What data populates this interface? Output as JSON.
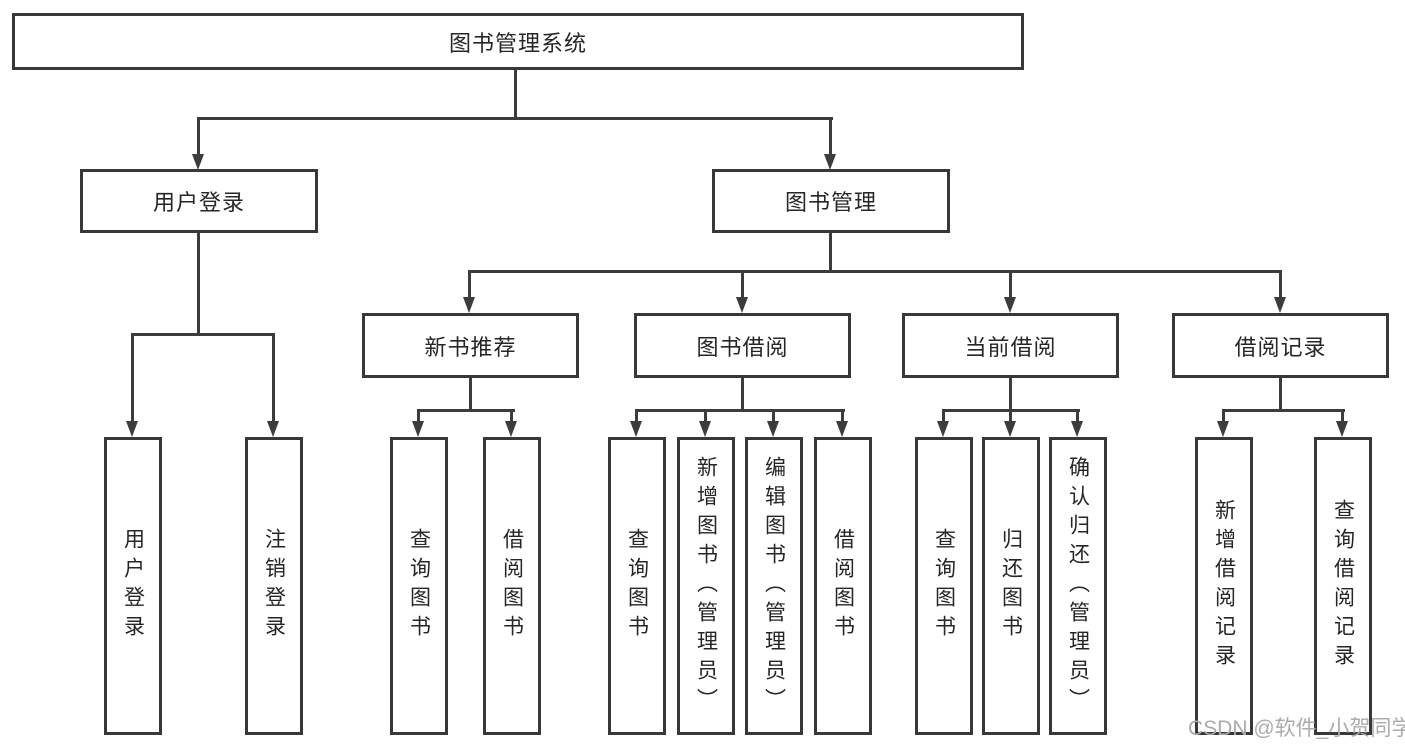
{
  "tree": {
    "root": {
      "label": "图书管理系统"
    },
    "branches": [
      {
        "label": "用户登录",
        "children": [
          {
            "label": "用户登录"
          },
          {
            "label": "注销登录"
          }
        ]
      },
      {
        "label": "图书管理",
        "sections": [
          {
            "label": "新书推荐",
            "children": [
              {
                "label": "查询图书"
              },
              {
                "label": "借阅图书"
              }
            ]
          },
          {
            "label": "图书借阅",
            "children": [
              {
                "label": "查询图书"
              },
              {
                "label": "新增图书（管理员）"
              },
              {
                "label": "编辑图书（管理员）"
              },
              {
                "label": "借阅图书"
              }
            ]
          },
          {
            "label": "当前借阅",
            "children": [
              {
                "label": "查询图书"
              },
              {
                "label": "归还图书"
              },
              {
                "label": "确认归还（管理员）"
              }
            ]
          },
          {
            "label": "借阅记录",
            "children": [
              {
                "label": "新增借阅记录"
              },
              {
                "label": "查询借阅记录"
              }
            ]
          }
        ]
      }
    ]
  },
  "watermark": {
    "text": "CSDN @软件_小贺同学"
  },
  "colors": {
    "line": "#3c3c3c",
    "box_border": "#383838",
    "text": "#262626",
    "watermark": "#ababab",
    "background": "#ffffff"
  }
}
